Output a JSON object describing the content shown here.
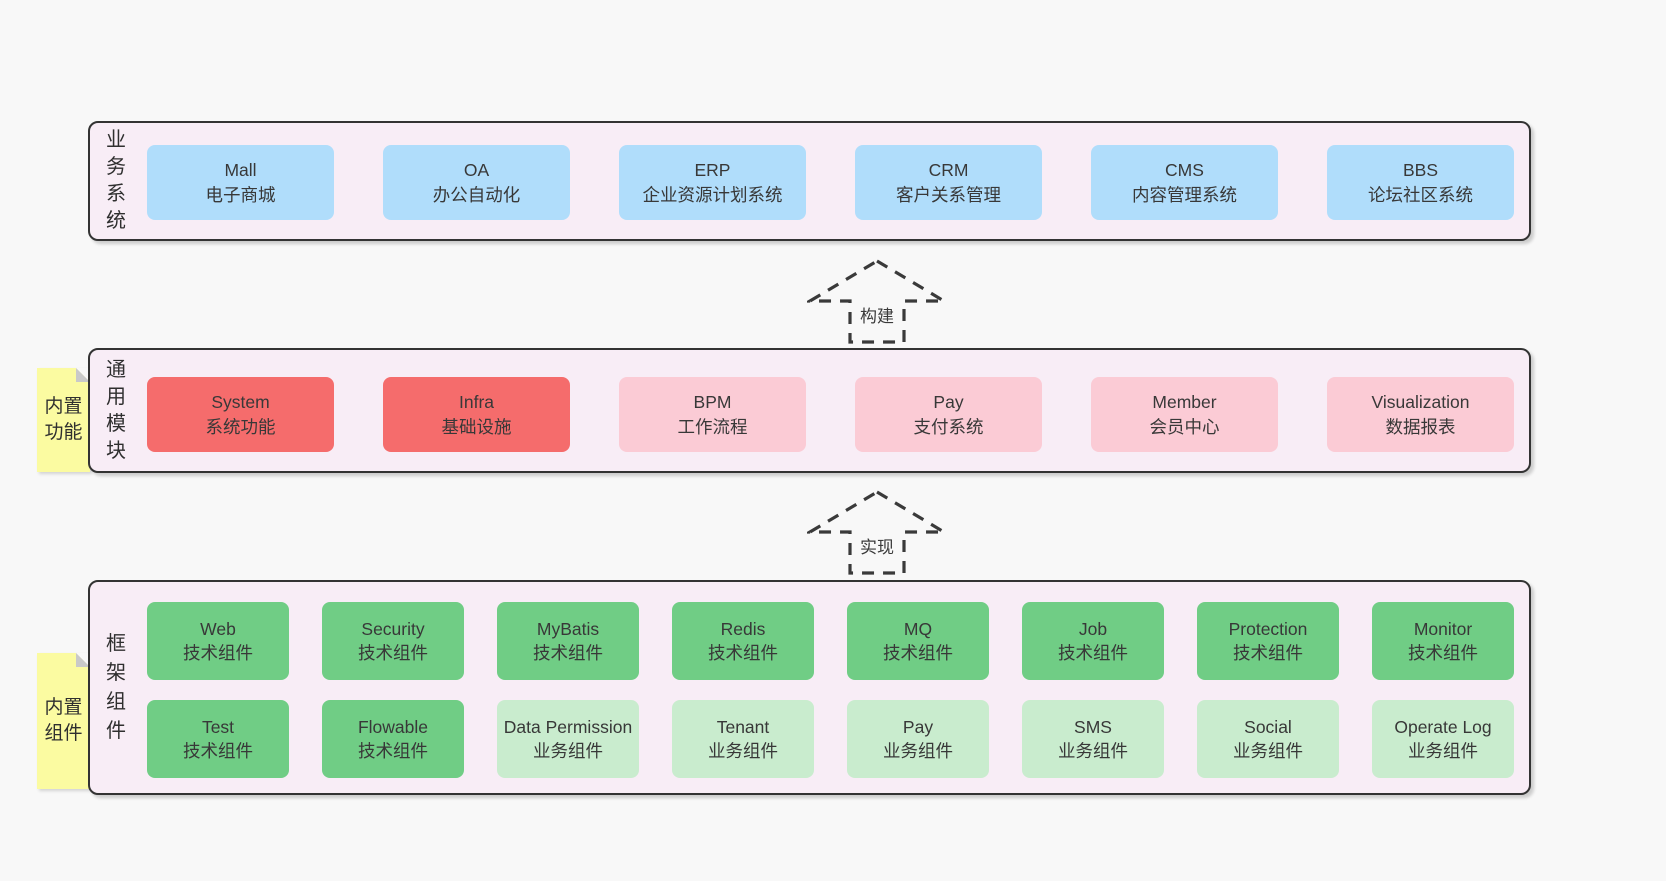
{
  "colors": {
    "page_bg": "#f8f8f8",
    "container_bg": "#f8edf6",
    "container_border": "#333333",
    "blue": "#b0ddfb",
    "red": "#f56c6c",
    "pink": "#fbcbd5",
    "green_dark": "#70cd85",
    "green_light": "#c9ecce",
    "sticky_yellow": "#fbfba1",
    "sticky_fold": "#c9c9c9",
    "text": "#383838"
  },
  "arrows": [
    {
      "label": "构建"
    },
    {
      "label": "实现"
    }
  ],
  "sections": {
    "business": {
      "side_label": "业务系统",
      "boxes": [
        {
          "name": "Mall",
          "desc": "电子商城",
          "variant": "blue"
        },
        {
          "name": "OA",
          "desc": "办公自动化",
          "variant": "blue"
        },
        {
          "name": "ERP",
          "desc": "企业资源计划系统",
          "variant": "blue"
        },
        {
          "name": "CRM",
          "desc": "客户关系管理",
          "variant": "blue"
        },
        {
          "name": "CMS",
          "desc": "内容管理系统",
          "variant": "blue"
        },
        {
          "name": "BBS",
          "desc": "论坛社区系统",
          "variant": "blue"
        }
      ]
    },
    "modules": {
      "side_label": "通用模块",
      "sticky_label": "内置功能",
      "boxes": [
        {
          "name": "System",
          "desc": "系统功能",
          "variant": "red"
        },
        {
          "name": "Infra",
          "desc": "基础设施",
          "variant": "red"
        },
        {
          "name": "BPM",
          "desc": "工作流程",
          "variant": "pink"
        },
        {
          "name": "Pay",
          "desc": "支付系统",
          "variant": "pink"
        },
        {
          "name": "Member",
          "desc": "会员中心",
          "variant": "pink"
        },
        {
          "name": "Visualization",
          "desc": "数据报表",
          "variant": "pink"
        }
      ]
    },
    "components": {
      "side_label": "框架组件",
      "sticky_label": "内置组件",
      "row1": [
        {
          "name": "Web",
          "desc": "技术组件",
          "variant": "green-dark"
        },
        {
          "name": "Security",
          "desc": "技术组件",
          "variant": "green-dark"
        },
        {
          "name": "MyBatis",
          "desc": "技术组件",
          "variant": "green-dark"
        },
        {
          "name": "Redis",
          "desc": "技术组件",
          "variant": "green-dark"
        },
        {
          "name": "MQ",
          "desc": "技术组件",
          "variant": "green-dark"
        },
        {
          "name": "Job",
          "desc": "技术组件",
          "variant": "green-dark"
        },
        {
          "name": "Protection",
          "desc": "技术组件",
          "variant": "green-dark"
        },
        {
          "name": "Monitor",
          "desc": "技术组件",
          "variant": "green-dark"
        }
      ],
      "row2": [
        {
          "name": "Test",
          "desc": "技术组件",
          "variant": "green-dark"
        },
        {
          "name": "Flowable",
          "desc": "技术组件",
          "variant": "green-dark"
        },
        {
          "name": "Data Permission",
          "desc": "业务组件",
          "variant": "green-light"
        },
        {
          "name": "Tenant",
          "desc": "业务组件",
          "variant": "green-light"
        },
        {
          "name": "Pay",
          "desc": "业务组件",
          "variant": "green-light"
        },
        {
          "name": "SMS",
          "desc": "业务组件",
          "variant": "green-light"
        },
        {
          "name": "Social",
          "desc": "业务组件",
          "variant": "green-light"
        },
        {
          "name": "Operate Log",
          "desc": "业务组件",
          "variant": "green-light"
        }
      ]
    }
  }
}
